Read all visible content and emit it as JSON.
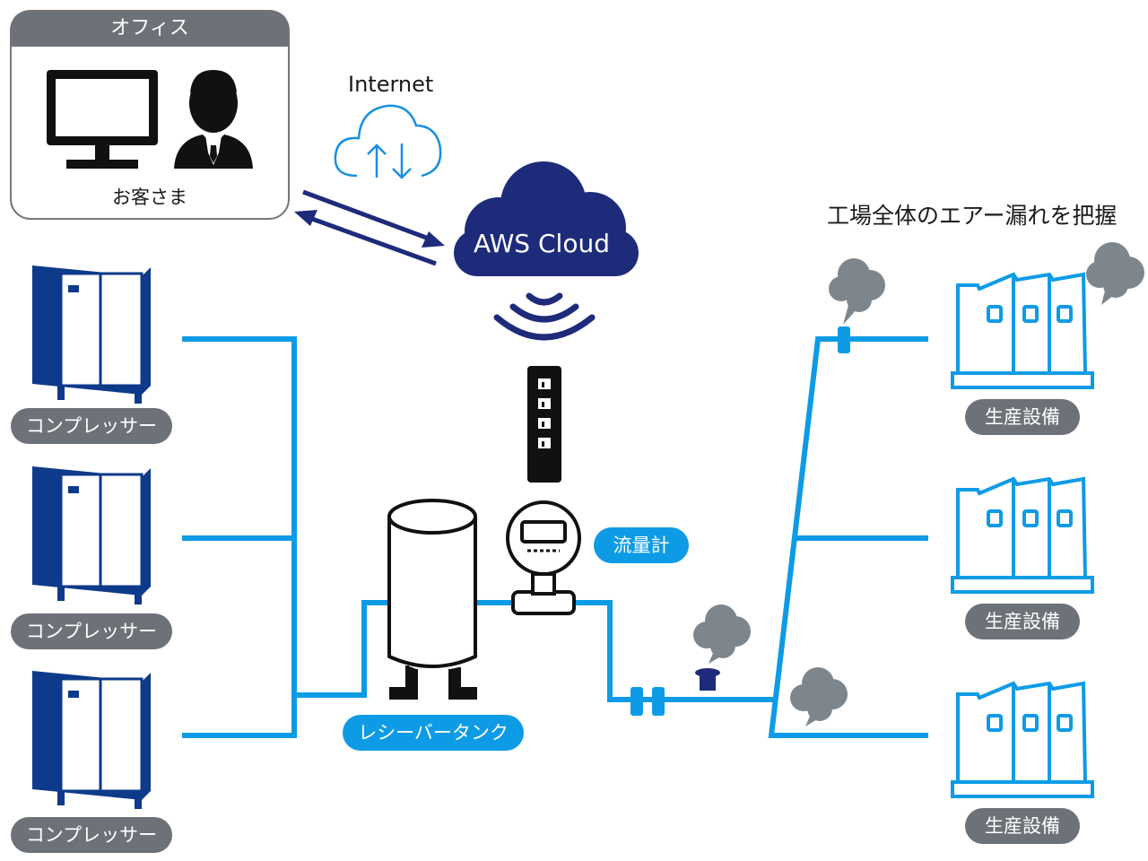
{
  "office": {
    "title": "オフィス",
    "customer_label": "お客さま"
  },
  "internet": {
    "label": "Internet"
  },
  "cloud": {
    "label": "AWS Cloud"
  },
  "headline": "工場全体のエアー漏れを把握",
  "compressors": [
    {
      "label": "コンプレッサー"
    },
    {
      "label": "コンプレッサー"
    },
    {
      "label": "コンプレッサー"
    }
  ],
  "receiver_tank": {
    "label": "レシーバータンク"
  },
  "flow_meter": {
    "label": "流量計"
  },
  "equipment": [
    {
      "label": "生産設備"
    },
    {
      "label": "生産設備"
    },
    {
      "label": "生産設備"
    }
  ],
  "colors": {
    "pipe": "#0e9be6",
    "navy": "#1e2b7a",
    "compressor": "#0d3a8a",
    "smoke": "#7d868c",
    "pill_gray": "#6d7278",
    "pill_blue": "#0e9be6"
  }
}
